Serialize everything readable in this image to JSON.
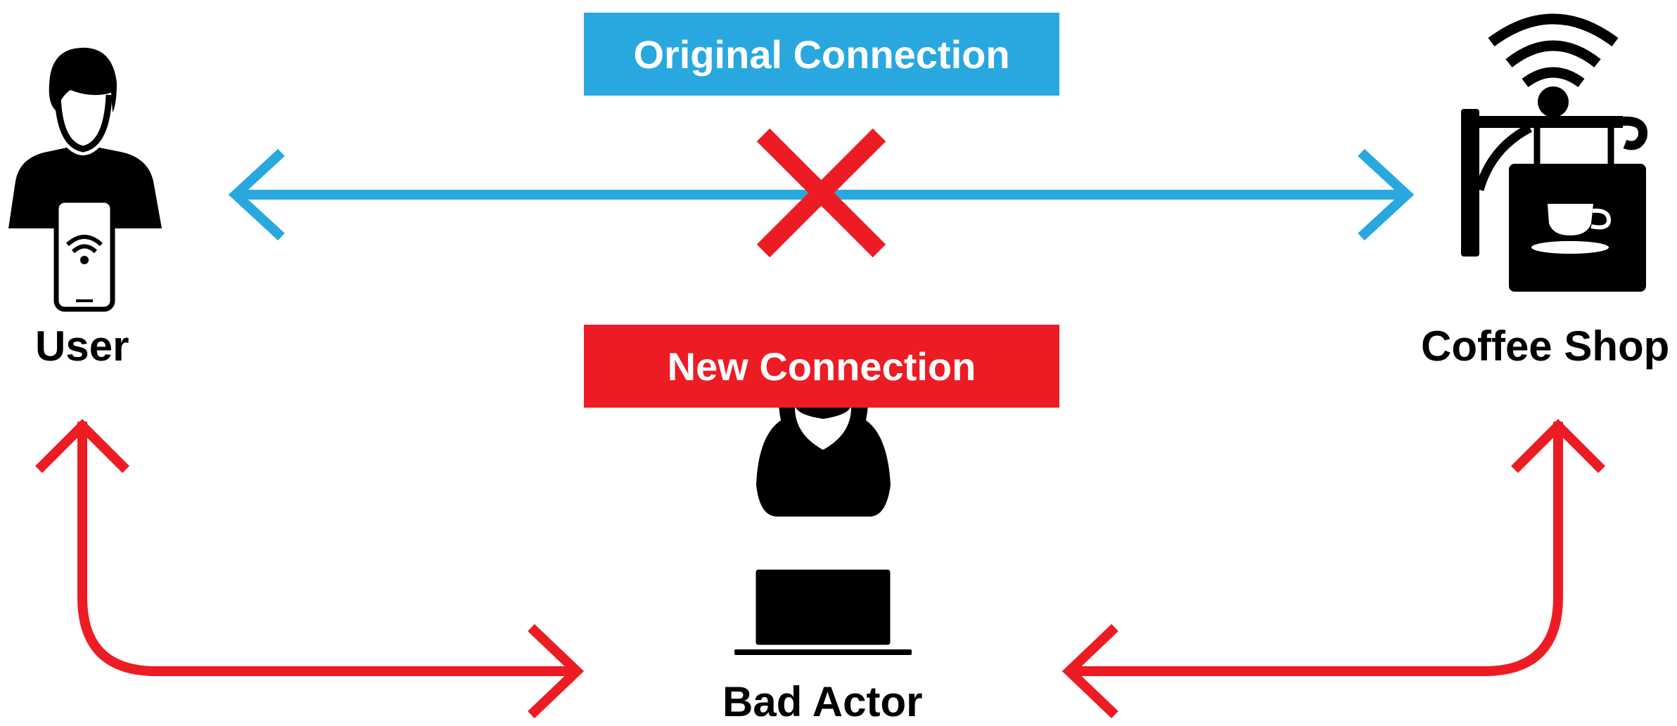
{
  "banners": {
    "original": "Original Connection",
    "new": "New Connection"
  },
  "labels": {
    "user": "User",
    "coffee_shop": "Coffee Shop",
    "bad_actor": "Bad Actor"
  },
  "colors": {
    "original_connection": "#29a8e0",
    "new_connection": "#ed1c24",
    "icon": "#000000",
    "background": "#ffffff"
  },
  "icons": {
    "user": "user-with-phone-icon",
    "coffee_shop": "coffee-shop-wifi-sign-icon",
    "bad_actor": "hooded-hacker-laptop-icon",
    "broken": "x-cross-icon"
  }
}
